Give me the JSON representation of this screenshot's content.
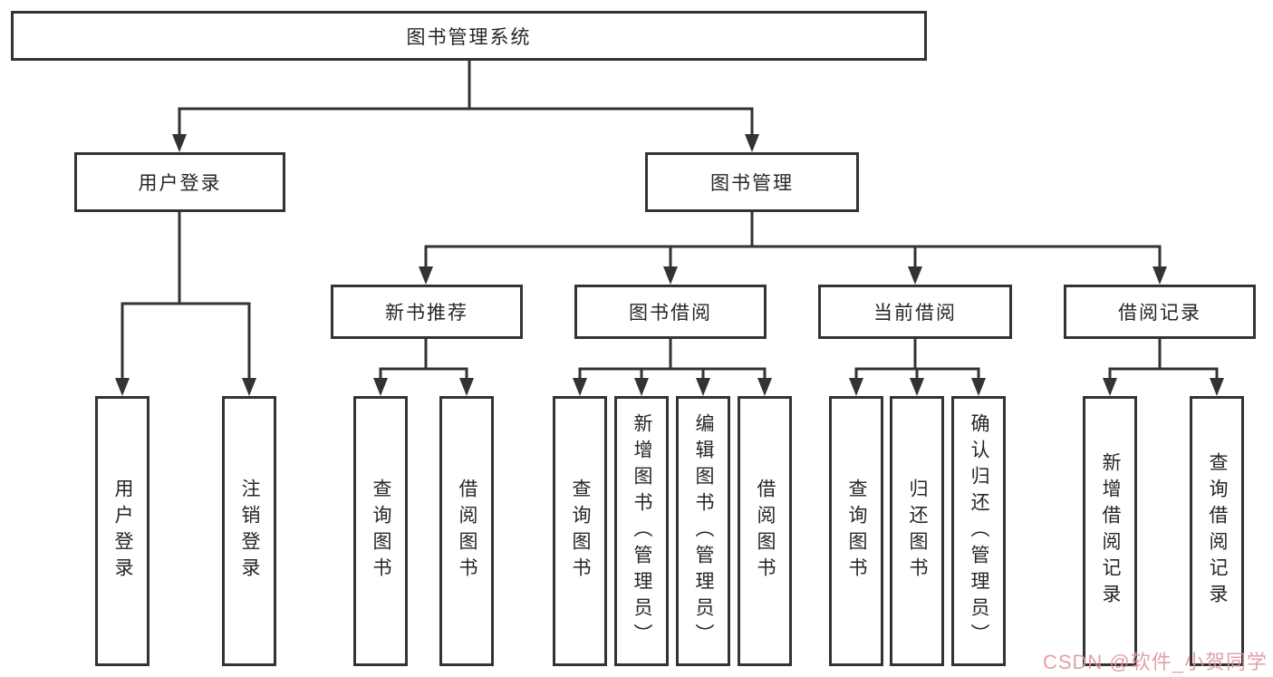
{
  "tree": {
    "root": "图书管理系统",
    "children": [
      {
        "label": "用户登录",
        "children": [
          {
            "label": "用户登录"
          },
          {
            "label": "注销登录"
          }
        ]
      },
      {
        "label": "图书管理",
        "children": [
          {
            "label": "新书推荐",
            "children": [
              {
                "label": "查询图书"
              },
              {
                "label": "借阅图书"
              }
            ]
          },
          {
            "label": "图书借阅",
            "children": [
              {
                "label": "查询图书"
              },
              {
                "label": "新增图书（管理员）"
              },
              {
                "label": "编辑图书（管理员）"
              },
              {
                "label": "借阅图书"
              }
            ]
          },
          {
            "label": "当前借阅",
            "children": [
              {
                "label": "查询图书"
              },
              {
                "label": "归还图书"
              },
              {
                "label": "确认归还（管理员）"
              }
            ]
          },
          {
            "label": "借阅记录",
            "children": [
              {
                "label": "新增借阅记录"
              },
              {
                "label": "查询借阅记录"
              }
            ]
          }
        ]
      }
    ]
  },
  "watermark": {
    "text": "CSDN @软件_小贺同学"
  },
  "colors": {
    "line": "#333333",
    "text": "#262626",
    "background": "#ffffff",
    "watermark": "#de97a0"
  }
}
